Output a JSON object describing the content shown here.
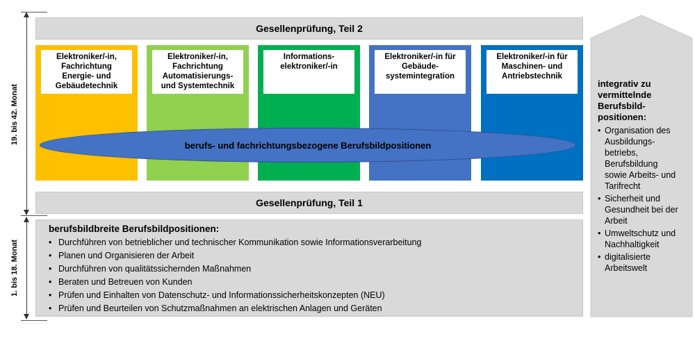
{
  "axis": {
    "upper_label": "19. bis 42. Monat",
    "lower_label": "1. bis 18. Monat"
  },
  "exam_part2": "Gesellenprüfung, Teil 2",
  "exam_part1": "Gesellenprüfung, Teil 1",
  "specializations": [
    {
      "label": "Elektroniker/-in,\nFachrichtung\nEnergie- und\nGebäudetechnik",
      "color": "#ffc000"
    },
    {
      "label": "Elektroniker/-in,\nFachrichtung\nAutomatisierungs-\nund Systemtechnik",
      "color": "#92d050"
    },
    {
      "label": "Informations-\nelektroniker/-in",
      "color": "#00b050"
    },
    {
      "label": "Elektroniker/-in für\nGebäude-\nsystemintegration",
      "color": "#4472c4"
    },
    {
      "label": "Elektroniker/-in für\nMaschinen- und\nAntriebstechnik",
      "color": "#0070c0"
    }
  ],
  "ellipse_label": "berufs- und fachrichtungsbezogene Berufsbildpositionen",
  "broad": {
    "title": "berufsbildbreite Berufsbildpositionen:",
    "items": [
      "Durchführen von betrieblicher und technischer Kommunikation sowie Informationsverarbeitung",
      "Planen und Organisieren der Arbeit",
      "Durchführen von qualitätssichernden Maßnahmen",
      "Beraten und Betreuen von Kunden",
      "Prüfen und Einhalten von Datenschutz- und Informationssicherheitskonzepten (NEU)",
      "Prüfen und Beurteilen von Schutzmaßnahmen an elektrischen Anlagen und Geräten"
    ]
  },
  "integrative": {
    "title": "integrativ zu\nvermittelnde\nBerufsbild-\npositionen:",
    "items": [
      "Organisation des\nAusbildungs-\nbetriebs,\nBerufsbildung\nsowie Arbeits- und\nTarifrecht",
      "Sicherheit und\nGesundheit bei der\nArbeit",
      "Umweltschutz und\nNachhaltigkeit",
      "digitalisierte\nArbeitswelt"
    ]
  },
  "colors": {
    "grey_panel": "#d9d9d9",
    "ellipse": "#4472c4"
  }
}
